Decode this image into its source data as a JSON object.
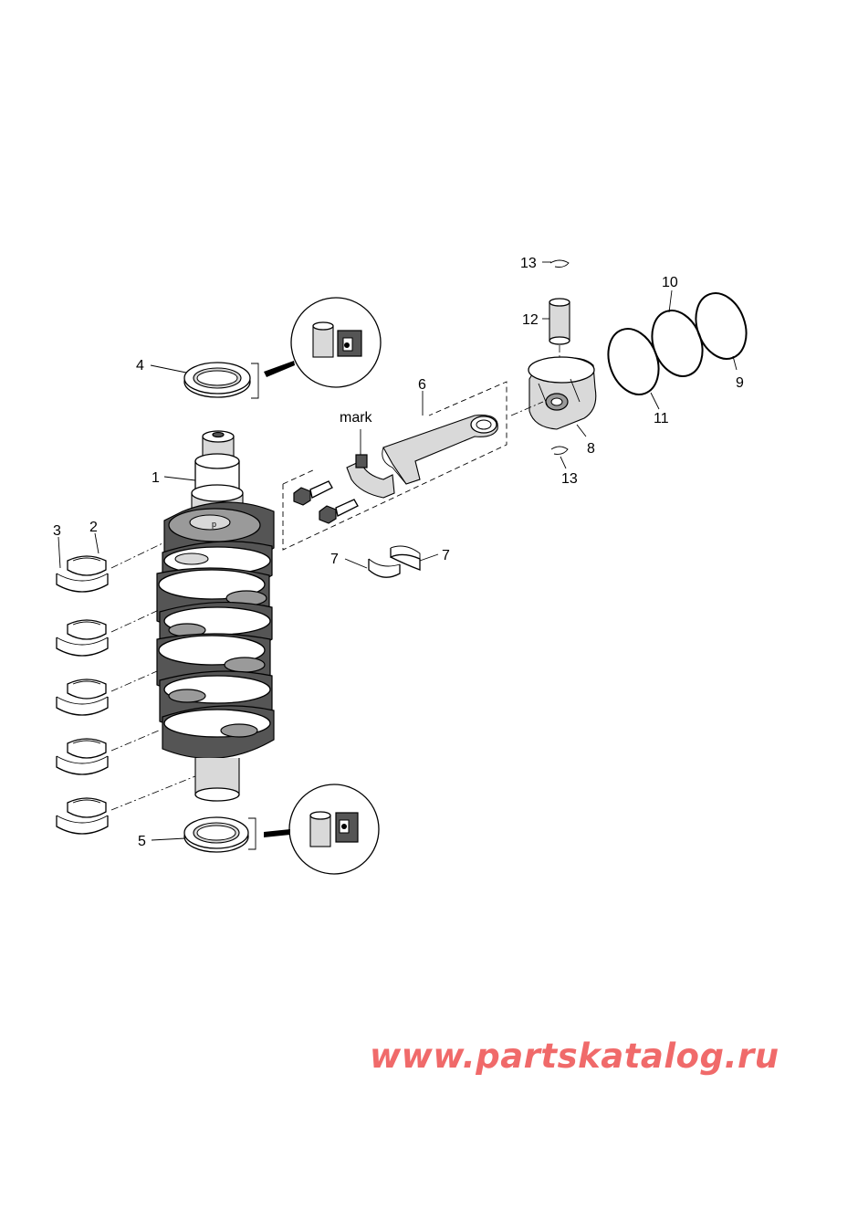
{
  "callouts": {
    "c1": "1",
    "c2": "2",
    "c3": "3",
    "c4": "4",
    "c5": "5",
    "c6": "6",
    "c7a": "7",
    "c7b": "7",
    "c8": "8",
    "c9": "9",
    "c10": "10",
    "c11": "11",
    "c12": "12",
    "c13a": "13",
    "c13b": "13",
    "mark": "mark"
  },
  "watermark": "www.partskatalog.ru",
  "colors": {
    "watermark": "#f06a6a",
    "ink": "#000000",
    "shade": "#555555"
  }
}
